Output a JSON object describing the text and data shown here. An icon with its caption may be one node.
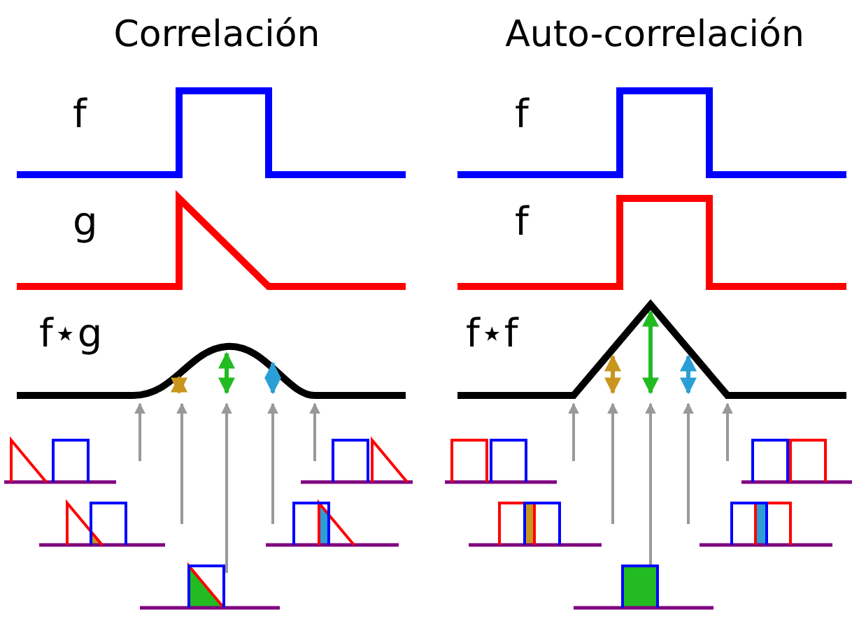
{
  "diagram": {
    "labels": [
      "Correlación",
      "Auto-correlación",
      "f",
      "f",
      "g",
      "f",
      "f⋆g",
      "f⋆f"
    ]
  }
}
